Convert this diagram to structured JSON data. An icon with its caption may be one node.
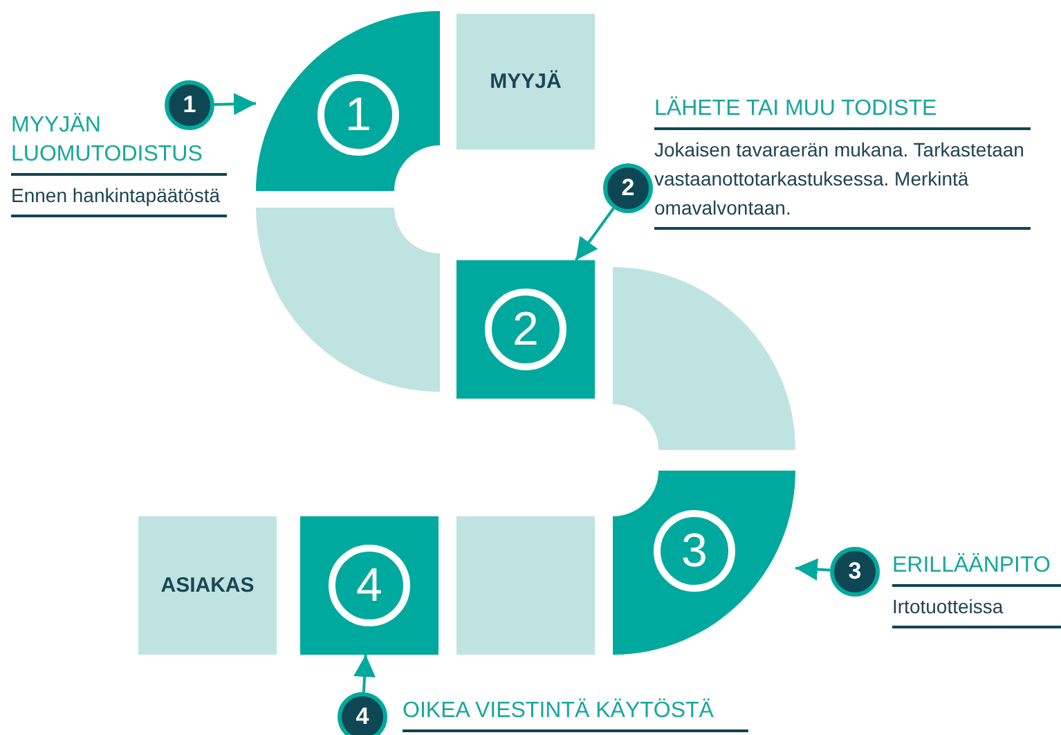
{
  "diagram": {
    "nodes": [
      {
        "text": [
          "1"
        ]
      },
      {
        "text": [
          "MYYJÄN LUOMUTODISTUS",
          "Ennen hankintapäätöstä"
        ]
      },
      {
        "text": [
          "1"
        ]
      },
      {
        "text": [
          "MYYJÄ"
        ]
      },
      {
        "text": [
          "2"
        ]
      },
      {
        "text": [
          "LÄHETE TAI MUU TODISTE",
          "Jokaisen tavaraerän mukana. Tarkastetaan vastaanottotarkastuksessa. Merkintä omavalvontaan."
        ]
      },
      {
        "text": [],
        "shape": "quarter"
      },
      {
        "text": [
          "2"
        ]
      },
      {
        "text": [],
        "shape": "quarter"
      },
      {
        "text": [],
        "shape": "box"
      },
      {
        "text": [
          "3"
        ]
      },
      {
        "text": [
          "3"
        ]
      },
      {
        "text": [
          "ERILLÄÄNPITO",
          "Irtotuotteissa"
        ]
      },
      {
        "text": [
          "ASIAKAS"
        ]
      },
      {
        "text": [
          "4"
        ]
      },
      {
        "text": [
          "4"
        ]
      },
      {
        "text": [
          "OIKEA VIESTINTÄ KÄYTÖSTÄ"
        ]
      }
    ],
    "edges": [
      {
        "from": 0,
        "to": 2,
        "arrow": "to"
      },
      {
        "from": 4,
        "to": 7,
        "arrow": "to"
      },
      {
        "from": 11,
        "to": 10,
        "arrow": "to"
      },
      {
        "from": 15,
        "to": 14,
        "arrow": "to"
      }
    ]
  }
}
